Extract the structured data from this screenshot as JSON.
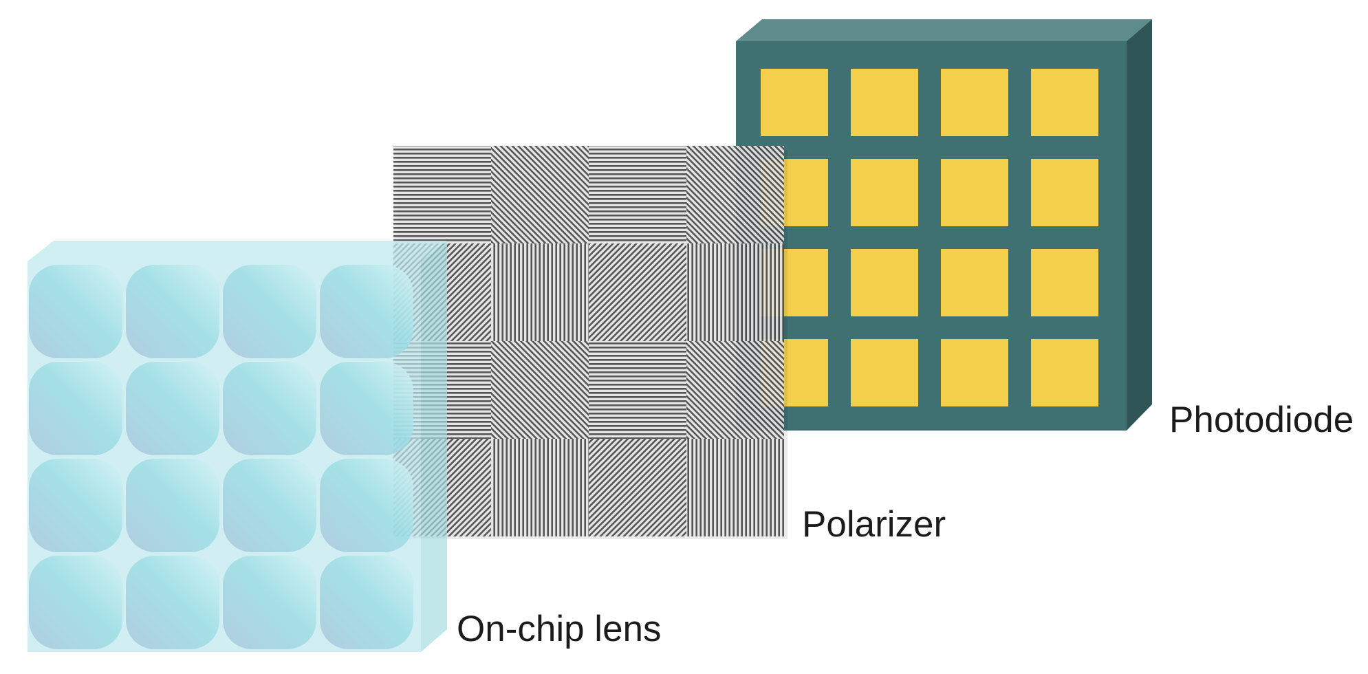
{
  "layers": {
    "photodiode": {
      "label": "Photodiode"
    },
    "polarizer": {
      "label": "Polarizer"
    },
    "lens": {
      "label": "On-chip lens"
    }
  },
  "grid": {
    "rows": 4,
    "cols": 4
  },
  "polarizer_angles_deg": [
    [
      0,
      45,
      0,
      45
    ],
    [
      135,
      90,
      135,
      90
    ],
    [
      0,
      45,
      0,
      45
    ],
    [
      135,
      90,
      135,
      90
    ]
  ],
  "colors": {
    "photodiode_frame": "#3f7173",
    "photodiode_top": "#5e8b8c",
    "photodiode_side": "#2f5556",
    "photodiode_pixel": "#f4cf4c",
    "polarizer_line": "#4a4a4a",
    "polarizer_bg": "#e6e6e6",
    "lens_block": "#bfe9ee",
    "lens_microlens": "#9bdde4"
  }
}
